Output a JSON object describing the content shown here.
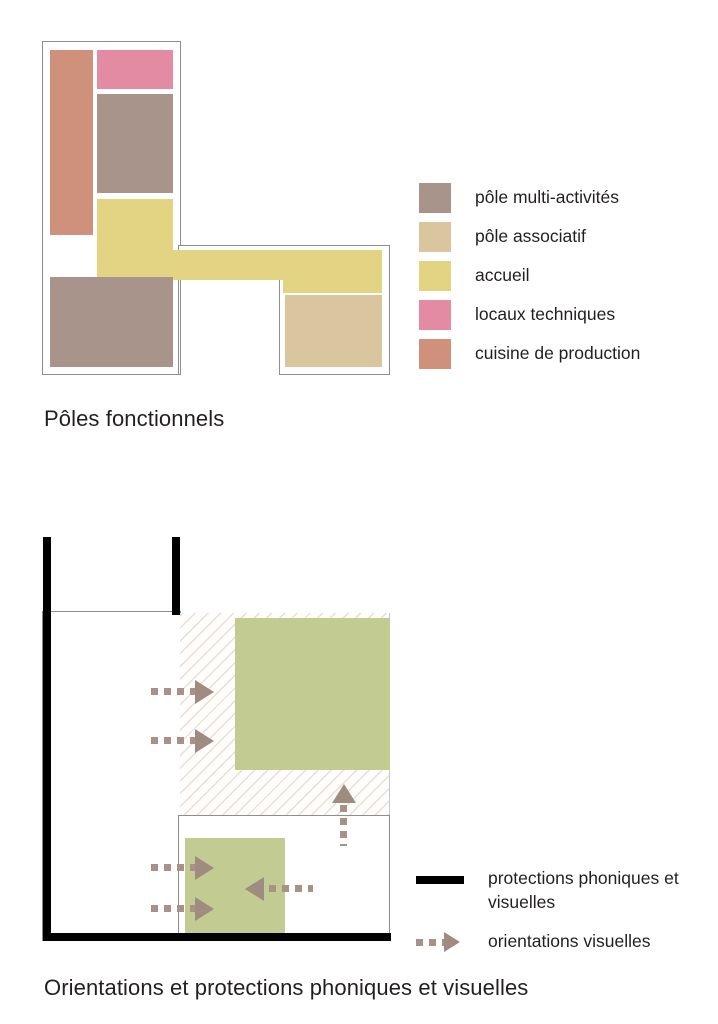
{
  "figures": [
    {
      "id": "poles-fonctionnels",
      "caption": "Pôles fonctionnels",
      "legend": {
        "items": [
          {
            "label": "pôle multi-activités",
            "color": "#a8948a",
            "icon": "color-swatch"
          },
          {
            "label": "pôle associatif",
            "color": "#d9c59e",
            "icon": "color-swatch"
          },
          {
            "label": "accueil",
            "color": "#e2d483",
            "icon": "color-swatch"
          },
          {
            "label": "locaux techniques",
            "color": "#e48ba4",
            "icon": "color-swatch"
          },
          {
            "label": "cuisine de production",
            "color": "#d0917c",
            "icon": "color-swatch"
          }
        ]
      },
      "rooms": [
        {
          "name": "cuisine-de-production",
          "color": "#d0917c"
        },
        {
          "name": "locaux-techniques",
          "color": "#e48ba4"
        },
        {
          "name": "pole-multi-activites-haut",
          "color": "#a8948a"
        },
        {
          "name": "accueil",
          "color": "#e2d483"
        },
        {
          "name": "pole-multi-activites-bas",
          "color": "#a8948a"
        },
        {
          "name": "pole-associatif",
          "color": "#d9c59e"
        }
      ]
    },
    {
      "id": "orientations-protections",
      "caption": "Orientations et protections phoniques et visuelles",
      "legend": {
        "items": [
          {
            "label": "protections phoniques et visuelles",
            "color": "#000000",
            "icon": "thick-line"
          },
          {
            "label": "orientations visuelles",
            "color": "#a08b80",
            "icon": "dashed-arrow"
          }
        ]
      },
      "elements": {
        "outdoor_space_color": "#c1cb92",
        "protected_zone_color": "#000000",
        "hatch_color": "#e8ded7"
      }
    }
  ]
}
